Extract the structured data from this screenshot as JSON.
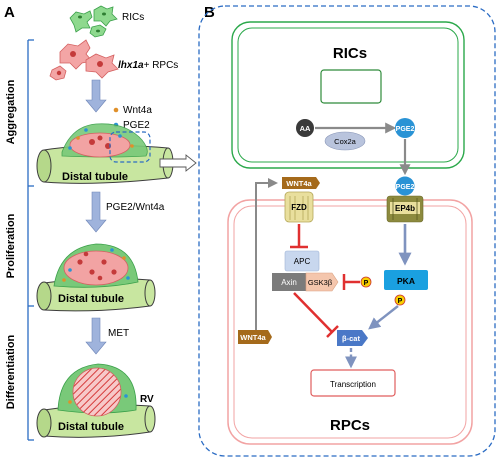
{
  "panels": {
    "a": "A",
    "b": "B"
  },
  "stages": {
    "aggregation": "Aggregation",
    "proliferation": "Proliferation",
    "differentiation": "Differentiation"
  },
  "left": {
    "rics": "RICs",
    "rpcs_gene": "lhx1a",
    "rpcs_suffix": "+ RPCs",
    "wnt4a": "Wnt4a",
    "pge2": "PGE2",
    "tubule": "Distal tubule",
    "step1": "PGE2/Wnt4a",
    "step2": "MET",
    "rv": "RV"
  },
  "right": {
    "rics": "RICs",
    "rpcs": "RPCs",
    "aa": "AA",
    "cox2a": "Cox2a",
    "pge2_a": "PGE2",
    "pge2_b": "PGE2",
    "wnt4a_ligand": "WNT4a",
    "wnt4a_box": "WNT4a",
    "fzd": "FZD",
    "ep4b": "EP4b",
    "apc": "APC",
    "axin": "Axin",
    "gsk3b": "GSK3β",
    "pka": "PKA",
    "p": "P",
    "bcat": "β-cat",
    "transcription": "Transcription"
  },
  "colors": {
    "blue_frame": "#2b6cc4",
    "green": "#2aa84a",
    "pink": "#f2a3a3",
    "red": "#e03030",
    "gray_arrow": "#8a8a8a",
    "steel": "#7f93bf",
    "pge2_blue": "#2a93d5",
    "wnt_brown": "#a56a1b",
    "yellow": "#f7d000"
  }
}
